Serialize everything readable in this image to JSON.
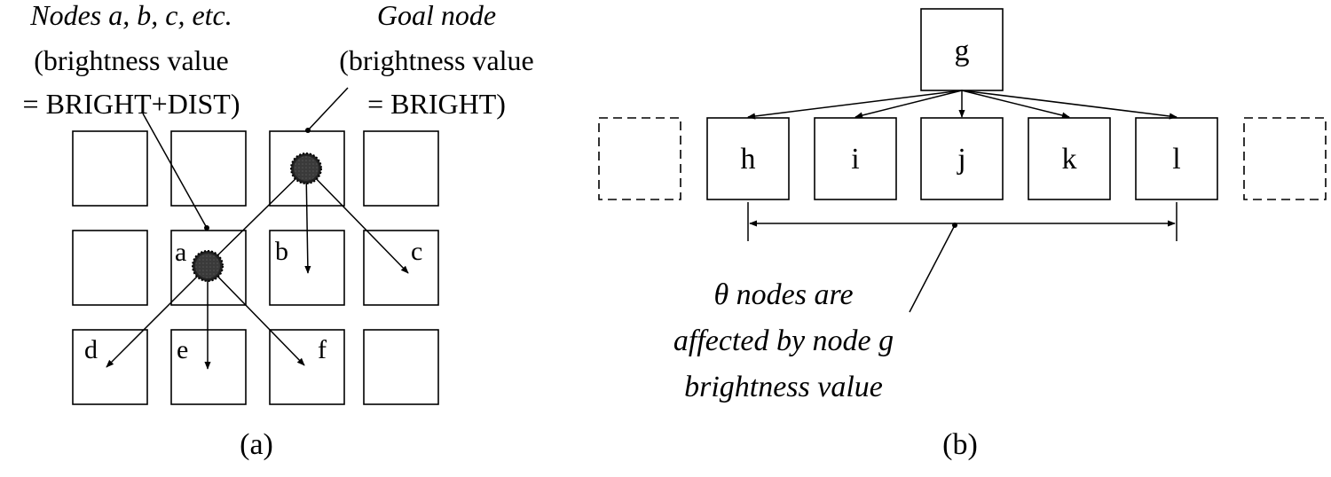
{
  "panel_a": {
    "annotation_left": {
      "line1": "Nodes a, b, c, etc.",
      "line2": "(brightness value",
      "line3": "= BRIGHT+DIST)"
    },
    "annotation_right": {
      "line1": "Goal node",
      "line2": "(brightness value",
      "line3": "= BRIGHT)"
    },
    "node_labels": {
      "a": "a",
      "b": "b",
      "c": "c",
      "d": "d",
      "e": "e",
      "f": "f"
    },
    "caption": "(a)"
  },
  "panel_b": {
    "parent_label": "g",
    "child_labels": [
      "h",
      "i",
      "j",
      "k",
      "l"
    ],
    "annotation": {
      "line1": "θ nodes are",
      "line2": "affected by node g",
      "line3": "brightness value"
    },
    "caption": "(b)"
  },
  "colors": {
    "line": "#000000",
    "node_fill": "#333333",
    "background": "#ffffff"
  }
}
